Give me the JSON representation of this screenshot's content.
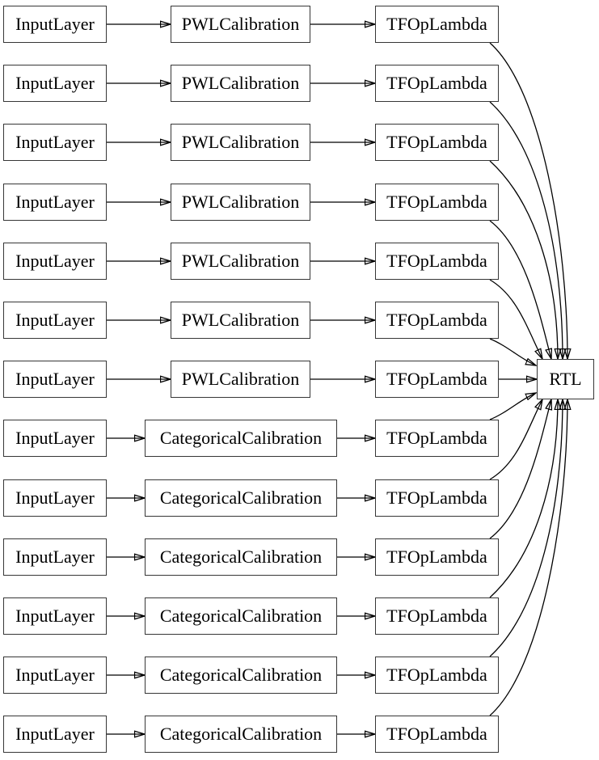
{
  "diagram": {
    "rows": [
      {
        "input": "InputLayer",
        "calibration": "PWLCalibration",
        "lambda": "TFOpLambda"
      },
      {
        "input": "InputLayer",
        "calibration": "PWLCalibration",
        "lambda": "TFOpLambda"
      },
      {
        "input": "InputLayer",
        "calibration": "PWLCalibration",
        "lambda": "TFOpLambda"
      },
      {
        "input": "InputLayer",
        "calibration": "PWLCalibration",
        "lambda": "TFOpLambda"
      },
      {
        "input": "InputLayer",
        "calibration": "PWLCalibration",
        "lambda": "TFOpLambda"
      },
      {
        "input": "InputLayer",
        "calibration": "PWLCalibration",
        "lambda": "TFOpLambda"
      },
      {
        "input": "InputLayer",
        "calibration": "PWLCalibration",
        "lambda": "TFOpLambda"
      },
      {
        "input": "InputLayer",
        "calibration": "CategoricalCalibration",
        "lambda": "TFOpLambda"
      },
      {
        "input": "InputLayer",
        "calibration": "CategoricalCalibration",
        "lambda": "TFOpLambda"
      },
      {
        "input": "InputLayer",
        "calibration": "CategoricalCalibration",
        "lambda": "TFOpLambda"
      },
      {
        "input": "InputLayer",
        "calibration": "CategoricalCalibration",
        "lambda": "TFOpLambda"
      },
      {
        "input": "InputLayer",
        "calibration": "CategoricalCalibration",
        "lambda": "TFOpLambda"
      },
      {
        "input": "InputLayer",
        "calibration": "CategoricalCalibration",
        "lambda": "TFOpLambda"
      }
    ],
    "output": {
      "label": "RTL"
    },
    "colors": {
      "background": "#ffffff",
      "node_border": "#363636",
      "edge": "#000000",
      "text": "#000000"
    }
  }
}
